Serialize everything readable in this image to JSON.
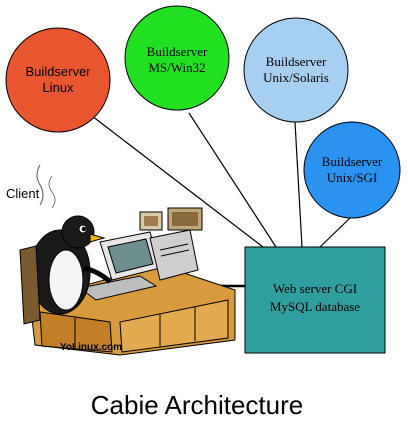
{
  "diagram": {
    "title": "Cabie Architecture",
    "client": {
      "label": "Client",
      "watermark": "YoLinux.com"
    },
    "server": {
      "line1": "Web server CGI",
      "line2": "MySQL database",
      "color": "#2e9e9e"
    },
    "buildservers": [
      {
        "line1": "Buildserver",
        "line2": "Linux",
        "color": "#e8552f",
        "font": "sans"
      },
      {
        "line1": "Buildserver",
        "line2": "MS/Win32",
        "color": "#22e022",
        "font": "serif"
      },
      {
        "line1": "Buildserver",
        "line2": "Unix/Solaris",
        "color": "#a6cff2",
        "font": "serif"
      },
      {
        "line1": "Buildserver",
        "line2": "Unix/SGI",
        "color": "#2a92f0",
        "font": "serif"
      }
    ],
    "icons": {
      "client": "penguin-at-computer-desk"
    }
  }
}
